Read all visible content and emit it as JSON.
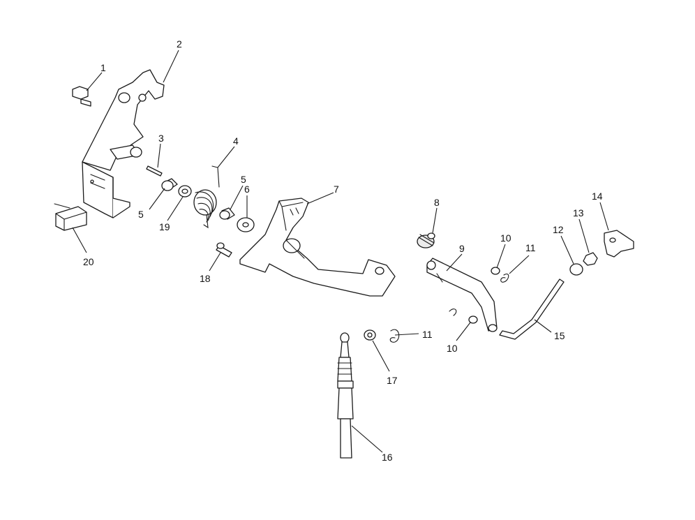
{
  "callouts": {
    "c1": "1",
    "c2": "2",
    "c3": "3",
    "c4": "4",
    "c5a": "5",
    "c5b": "5",
    "c6": "6",
    "c7": "7",
    "c8": "8",
    "c9": "9",
    "c10a": "10",
    "c10b": "10",
    "c11a": "11",
    "c11b": "11",
    "c12": "12",
    "c13": "13",
    "c14": "14",
    "c15": "15",
    "c16": "16",
    "c17": "17",
    "c18": "18",
    "c19": "19",
    "c20": "20"
  },
  "colors": {
    "ink": "#1a1a1a",
    "background": "#ffffff"
  }
}
